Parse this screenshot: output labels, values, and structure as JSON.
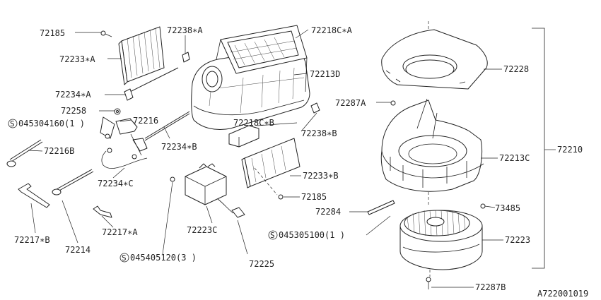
{
  "parts": {
    "p72185_top": "72185",
    "p72233A": "72233∗A",
    "p72238A": "72238∗A",
    "p72218CA": "72218C∗A",
    "p72213D": "72213D",
    "p72234A": "72234∗A",
    "p72258": "72258",
    "p72216": "72216",
    "s045304160": "045304160(1 )",
    "p72216B": "72216B",
    "p72234B": "72234∗B",
    "p72218CB": "72218C∗B",
    "p72238B": "72238∗B",
    "p72233B": "72233∗B",
    "p72234C": "72234∗C",
    "p72185_bottom": "72185",
    "p72217B": "72217∗B",
    "p72214": "72214",
    "p72217A": "72217∗A",
    "p72223C": "72223C",
    "s045405120": "045405120(3 )",
    "p72225": "72225",
    "p72228": "72228",
    "p72287A": "72287A",
    "p72210": "72210",
    "p72213C": "72213C",
    "p73485": "73485",
    "p72284": "72284",
    "s045305100": "045305100(1 )",
    "p72223": "72223",
    "p72287B": "72287B"
  },
  "symbols": {
    "screw_prefix": "S"
  },
  "drawing_number": "A722001019"
}
